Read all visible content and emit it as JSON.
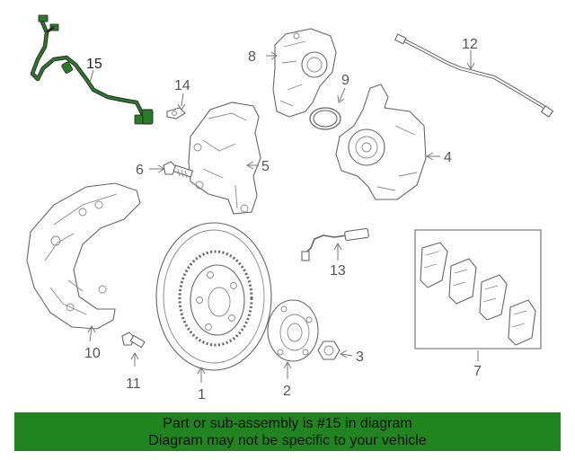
{
  "colors": {
    "banner_bg": "#218421",
    "highlight_part": "#2a7a2a",
    "line_art": "#666666",
    "callout_text": "#555555"
  },
  "parts": [
    {
      "number": "1",
      "name": "rotor-disc"
    },
    {
      "number": "2",
      "name": "wheel-hub"
    },
    {
      "number": "3",
      "name": "hub-nut"
    },
    {
      "number": "4",
      "name": "steering-knuckle"
    },
    {
      "number": "5",
      "name": "caliper-bracket"
    },
    {
      "number": "6",
      "name": "bracket-bolt"
    },
    {
      "number": "7",
      "name": "brake-pad-set"
    },
    {
      "number": "8",
      "name": "caliper-housing"
    },
    {
      "number": "9",
      "name": "seal-ring"
    },
    {
      "number": "10",
      "name": "splash-shield"
    },
    {
      "number": "11",
      "name": "shield-bolt"
    },
    {
      "number": "12",
      "name": "brake-line"
    },
    {
      "number": "13",
      "name": "pad-wear-sensor"
    },
    {
      "number": "14",
      "name": "sensor-clip"
    },
    {
      "number": "15",
      "name": "abs-speed-sensor",
      "highlighted": true
    }
  ],
  "banner": {
    "line1": "Part or sub-assembly is #15 in diagram",
    "line2": "Diagram may not be specific to your vehicle"
  }
}
